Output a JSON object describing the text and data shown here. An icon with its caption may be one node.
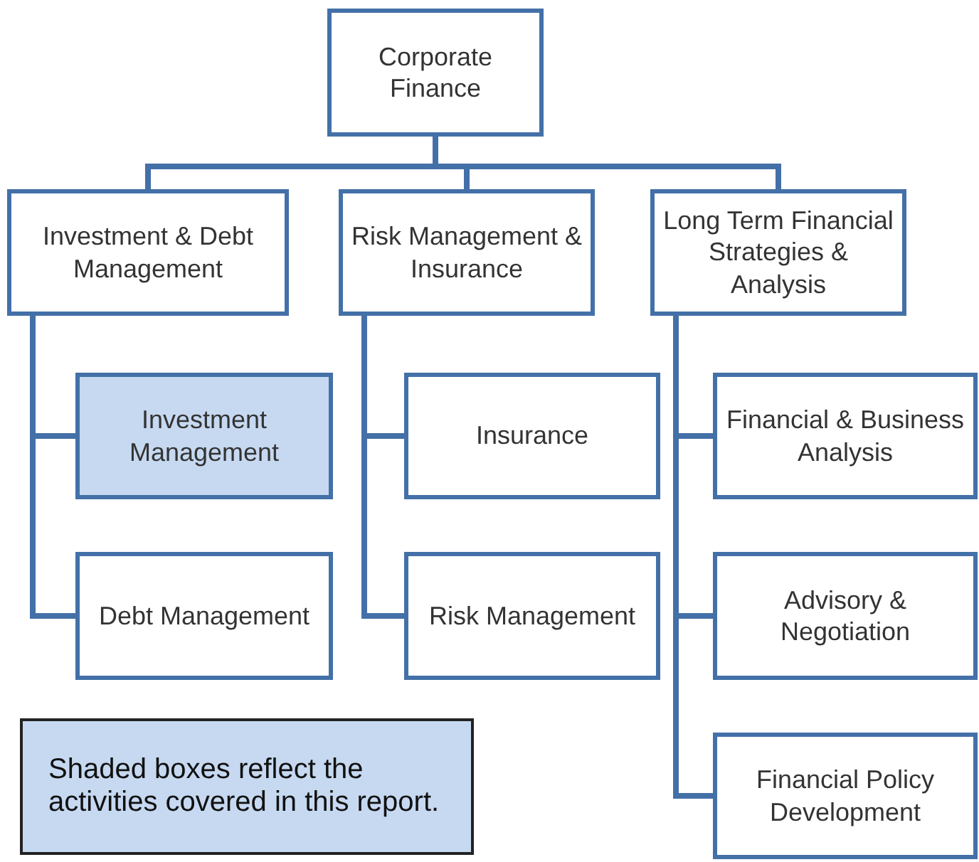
{
  "diagram": {
    "nodes": [
      {
        "text": [
          "Corporate Finance"
        ]
      },
      {
        "text": [
          "Investment & Debt Management"
        ]
      },
      {
        "text": [
          "Risk Management & Insurance"
        ]
      },
      {
        "text": [
          "Long Term Financial Strategies & Analysis"
        ]
      },
      {
        "text": [
          "Investment Management"
        ]
      },
      {
        "text": [
          "Debt Management"
        ]
      },
      {
        "text": [
          "Insurance"
        ]
      },
      {
        "text": [
          "Risk Management"
        ]
      },
      {
        "text": [
          "Financial & Business Analysis"
        ]
      },
      {
        "text": [
          "Advisory & Negotiation"
        ]
      },
      {
        "text": [
          "Financial Policy Development"
        ]
      },
      {
        "text": [
          "Shaded boxes reflect the activities covered in this report."
        ]
      }
    ],
    "edges": [
      {
        "from": 0,
        "to": 1,
        "arrow": "none"
      },
      {
        "from": 0,
        "to": 2,
        "arrow": "none"
      },
      {
        "from": 0,
        "to": 3,
        "arrow": "none"
      },
      {
        "from": 1,
        "to": 4,
        "arrow": "none"
      },
      {
        "from": 1,
        "to": 5,
        "arrow": "none"
      },
      {
        "from": 2,
        "to": 6,
        "arrow": "none"
      },
      {
        "from": 2,
        "to": 7,
        "arrow": "none"
      },
      {
        "from": 3,
        "to": 8,
        "arrow": "none"
      },
      {
        "from": 3,
        "to": 9,
        "arrow": "none"
      },
      {
        "from": 3,
        "to": 10,
        "arrow": "none"
      }
    ]
  }
}
